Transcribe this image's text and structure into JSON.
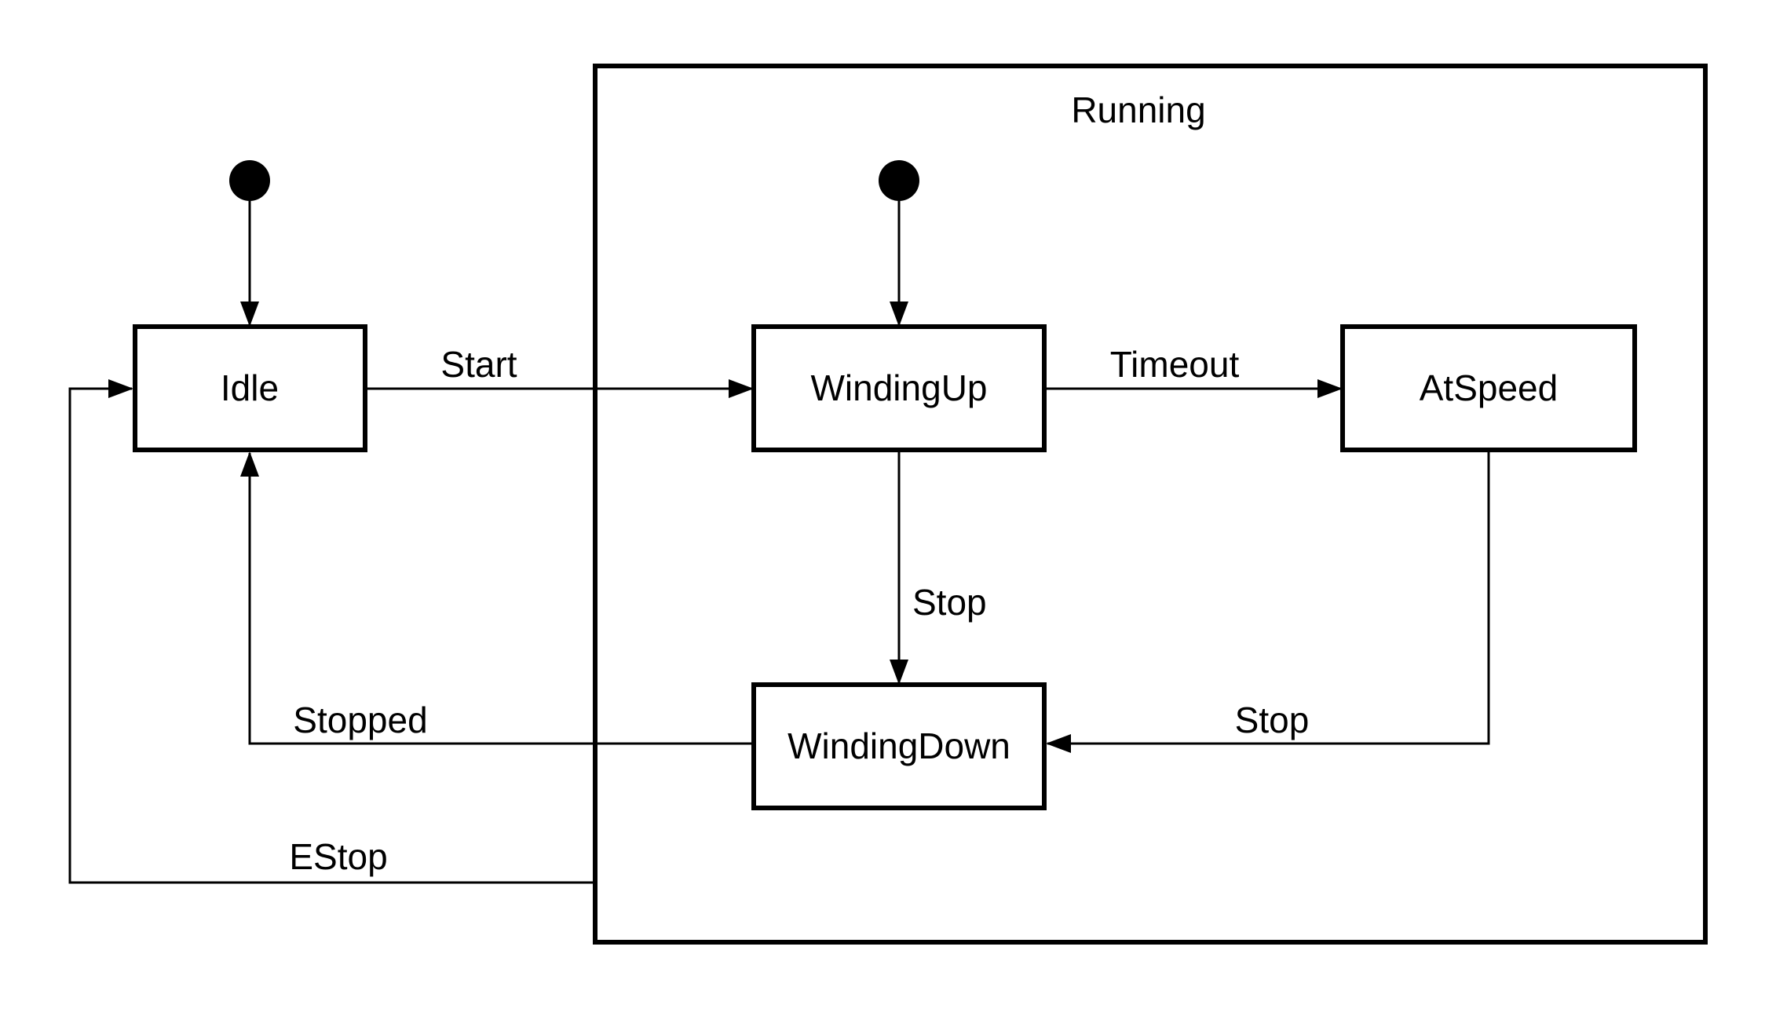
{
  "diagram": {
    "kind": "state-machine",
    "colors": {
      "background": "#ffffff",
      "line": "#000000",
      "text": "#000000"
    },
    "composite_state": {
      "label": "Running"
    },
    "states": [
      {
        "label": "Idle"
      },
      {
        "label": "WindingUp"
      },
      {
        "label": "AtSpeed"
      },
      {
        "label": "WindingDown"
      }
    ],
    "initial_pseudostates": [
      {
        "target": "Idle"
      },
      {
        "target": "WindingUp"
      }
    ],
    "transitions": [
      {
        "label": "Start",
        "from": "Idle",
        "to": "WindingUp"
      },
      {
        "label": "Timeout",
        "from": "WindingUp",
        "to": "AtSpeed"
      },
      {
        "label": "Stop",
        "from": "WindingUp",
        "to": "WindingDown"
      },
      {
        "label": "Stop",
        "from": "AtSpeed",
        "to": "WindingDown"
      },
      {
        "label": "Stopped",
        "from": "WindingDown",
        "to": "Idle"
      },
      {
        "label": "EStop",
        "from": "Running",
        "to": "Idle"
      }
    ]
  }
}
